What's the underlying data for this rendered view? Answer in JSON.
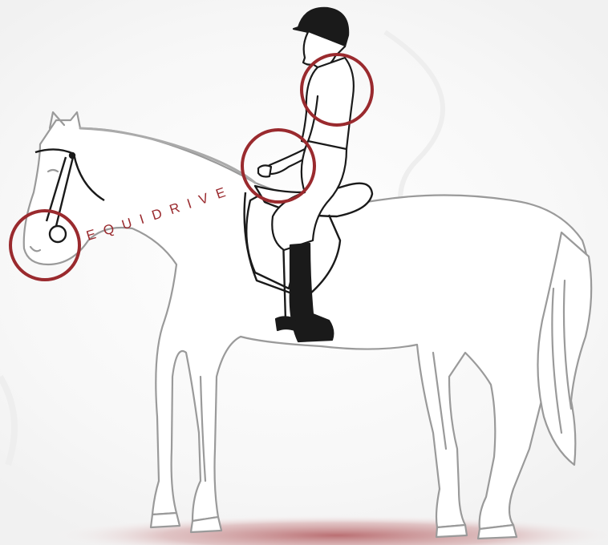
{
  "brand": {
    "name": "EQUIDRIVE"
  },
  "colors": {
    "accent": "#9a2a2e",
    "outline": "#9a9a9a",
    "rider": "#1a1a1a",
    "ground_shadow": "#b0585c"
  },
  "highlights": [
    {
      "id": "shoulder-highlight-circle"
    },
    {
      "id": "hands-highlight-circle"
    },
    {
      "id": "bit-highlight-circle"
    }
  ]
}
